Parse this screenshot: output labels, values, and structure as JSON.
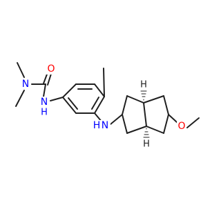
{
  "molecule": {
    "atoms": {
      "o_carbonyl": {
        "label": "O",
        "color": "#ff0000"
      },
      "n_dimethyl": {
        "label": "N",
        "color": "#0000ff"
      },
      "nh_urea": {
        "label": "H",
        "color": "#0000ff"
      },
      "n_urea": {
        "label": "N",
        "color": "#0000ff"
      },
      "nh_amine": {
        "label": "H",
        "color": "#0000ff"
      },
      "n_amine": {
        "label": "N",
        "color": "#0000ff"
      },
      "o_methoxy": {
        "label": "O",
        "color": "#ff0000"
      },
      "h_stereo_top": {
        "label": "H",
        "color": "#1f1f1f"
      },
      "h_stereo_bottom": {
        "label": "H",
        "color": "#1f1f1f"
      }
    }
  },
  "colors": {
    "bond": "#1f1f1f",
    "background": "#ffffff",
    "nitrogen": "#0000ff",
    "oxygen": "#ff0000"
  }
}
